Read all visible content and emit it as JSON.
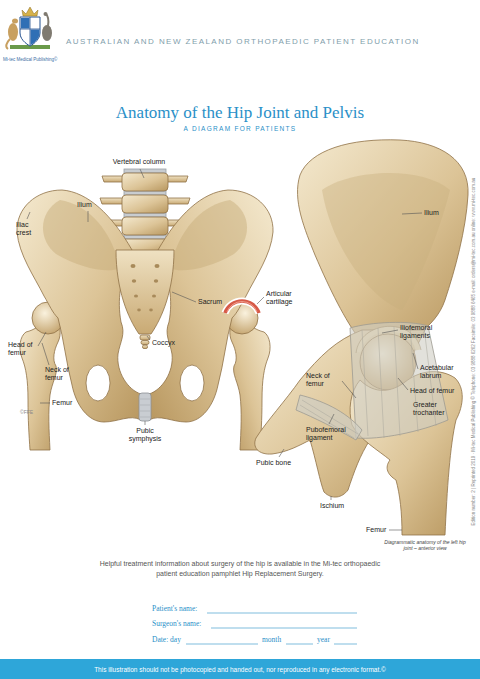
{
  "diagram": {
    "title": "Anatomy of the Hip Joint and Pelvis",
    "nodes": [
      {
        "text": [
          "This illustration should not be photocopied and handed out, nor reproduced in any electronic format.©"
        ]
      }
    ],
    "labels": [
      "AUSTRALIAN AND NEW ZEALAND ORTHOPAEDIC PATIENT EDUCATION",
      "Mi-tec Medical Publishing©",
      "A DIAGRAM FOR PATIENTS",
      "Vertebral column",
      "Ilium",
      "Iliac crest",
      "Sacrum",
      "Articular cartilage",
      "Head of femur",
      "Coccyx",
      "Neck of femur",
      "Femur",
      "Pubic symphysis",
      "©FFE",
      "Ilium",
      "Iliofemoral ligaments",
      "Acetabular labrum",
      "Head of femur",
      "Neck of femur",
      "Greater trochanter",
      "Pubofemoral ligament",
      "Pubic bone",
      "Ischium",
      "Femur",
      "Diagrammatic anatomy of the left hip joint – anterior view",
      "Helpful treatment information about surgery of the hip is available in the Mi-tec orthopaedic patient education pamphlet Hip Replacement Surgery.",
      "Patient's name:",
      "Surgeon's name:",
      "Date: day",
      "month",
      "year",
      "Edition number: 2 | Reprinted 2019 · Mi-tec Medical Publishing © Telephone: 03 9888 6262 Facsimile: 03 9888 6465 e-mail: orders@mi-tec.com.au online: www.mi-tec.com.au"
    ]
  }
}
